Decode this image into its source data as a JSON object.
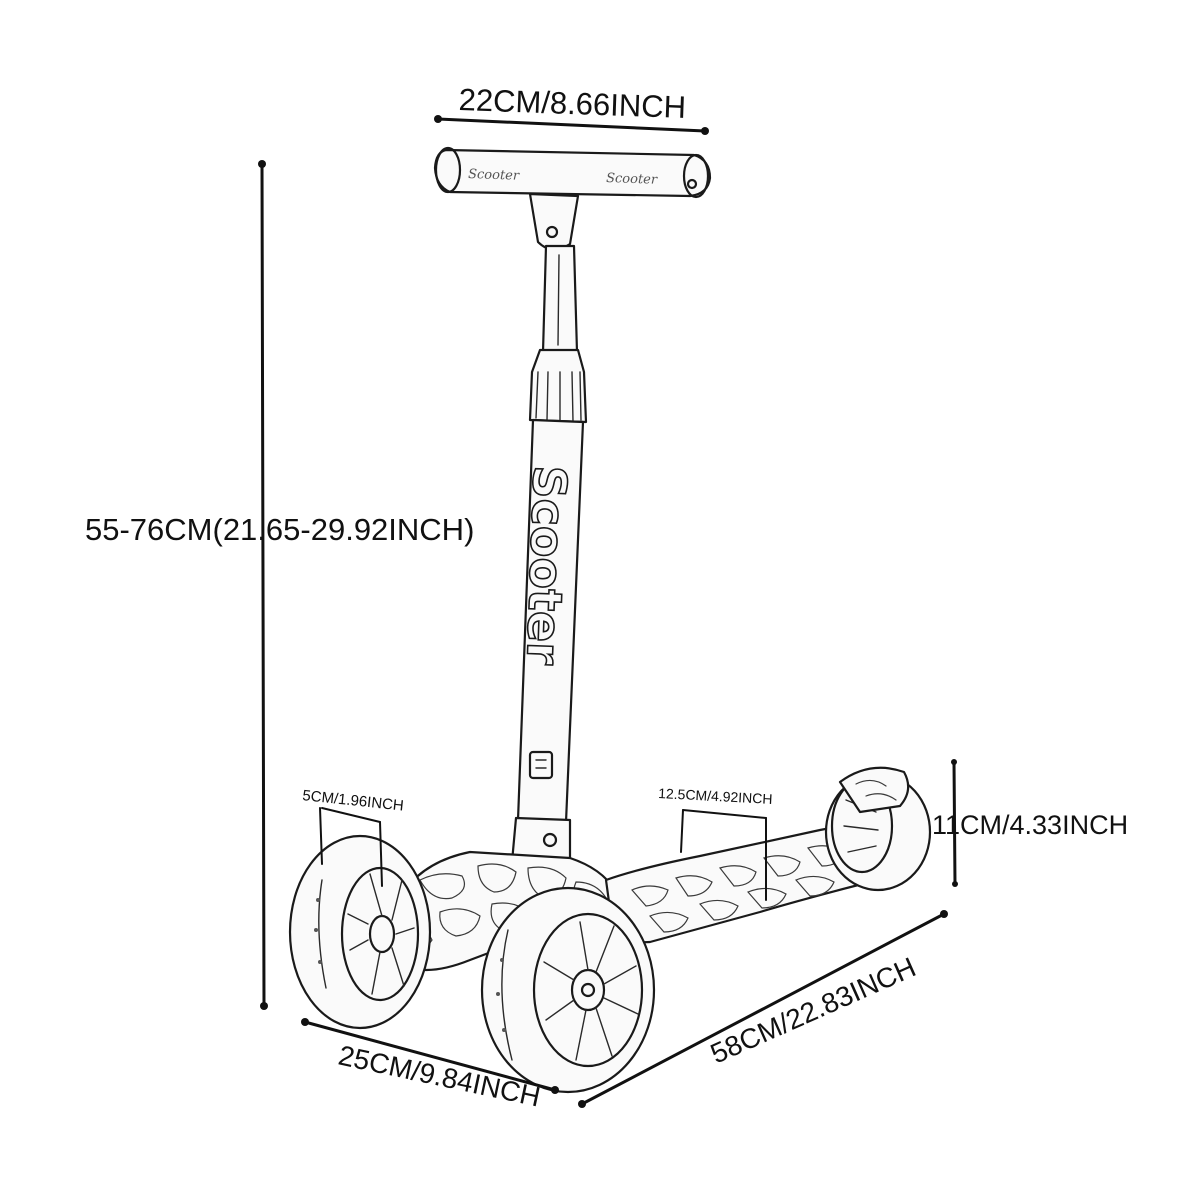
{
  "dimensions": {
    "handlebar_width": "22CM/8.66INCH",
    "height_range": "55-76CM(21.65-29.92INCH)",
    "front_wheel_width": "5CM/1.96INCH",
    "deck_width": "12.5CM/4.92INCH",
    "rear_height": "11CM/4.33INCH",
    "front_width": "25CM/9.84INCH",
    "length": "58CM/22.83INCH"
  },
  "product": {
    "stem_logo": "Scooter",
    "grip_logo_left": "Scooter",
    "grip_logo_right": "Scooter"
  },
  "colors": {
    "line": "#111111",
    "background": "#ffffff"
  }
}
